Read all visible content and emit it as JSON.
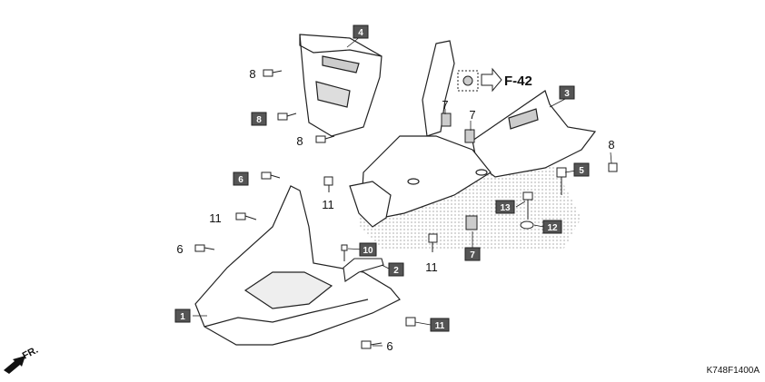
{
  "diagram_code": "K748F1400A",
  "reference": "F-42",
  "direction_label": "FR.",
  "callouts": {
    "c1": "1",
    "c2": "2",
    "c3": "3",
    "c4": "4",
    "c5": "5",
    "c6a": "6",
    "c6b": "6",
    "c6c": "6",
    "c7a": "7",
    "c7b": "7",
    "c7c": "7",
    "c8a": "8",
    "c8b": "8",
    "c8c": "8",
    "c8d": "8",
    "c10": "10",
    "c11a": "11",
    "c11b": "11",
    "c11c": "11",
    "c11d": "11",
    "c12": "12",
    "c13": "13"
  }
}
